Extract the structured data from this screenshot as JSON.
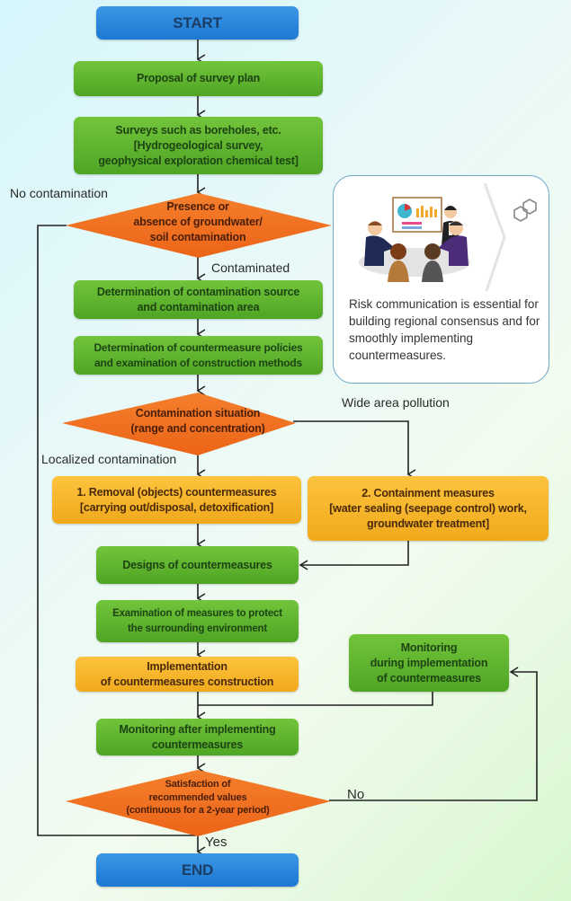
{
  "flowchart": {
    "start": "START",
    "end": "END",
    "steps": {
      "proposal": "Proposal of survey plan",
      "surveys_line1": "Surveys such as boreholes, etc.",
      "surveys_line2": "[Hydrogeological survey,",
      "surveys_line3": "geophysical exploration chemical test]",
      "det_source_line1": "Determination of contamination source",
      "det_source_line2": "and contamination area",
      "det_policy_line1": "Determination of countermeasure policies",
      "det_policy_line2": "and examination of construction methods",
      "removal_line1": "1. Removal (objects) countermeasures",
      "removal_line2": "[carrying out/disposal, detoxification]",
      "containment_line1": "2. Containment measures",
      "containment_line2": "[water sealing (seepage control) work,",
      "containment_line3": "groundwater treatment]",
      "designs": "Designs of countermeasures",
      "examination_line1": "Examination of measures to protect",
      "examination_line2": "the surrounding environment",
      "implementation_line1": "Implementation",
      "implementation_line2": "of countermeasures construction",
      "monitoring_during_line1": "Monitoring",
      "monitoring_during_line2": "during implementation",
      "monitoring_during_line3": "of countermeasures",
      "monitoring_after_line1": "Monitoring after implementing",
      "monitoring_after_line2": "countermeasures"
    },
    "decisions": {
      "presence_line1": "Presence or",
      "presence_line2": "absence of groundwater/",
      "presence_line3": "soil contamination",
      "situation_line1": "Contamination situation",
      "situation_line2": "(range and concentration)",
      "satisfaction_line1": "Satisfaction of",
      "satisfaction_line2": "recommended values",
      "satisfaction_line3": "(continuous for a 2-year period)"
    },
    "edge_labels": {
      "no_contamination": "No contamination",
      "contaminated": "Contaminated",
      "wide_area": "Wide area pollution",
      "localized": "Localized contamination",
      "no": "No",
      "yes": "Yes"
    },
    "colors": {
      "terminal": "#1f7ed6",
      "process": "#5cb02c",
      "measure": "#f6b42a",
      "decision": "#f0711f"
    }
  },
  "risk_panel": {
    "illustration": "meeting-presentation-illustration",
    "text": "Risk communication is essential for building regional consensus and for smoothly implementing countermeasures."
  }
}
